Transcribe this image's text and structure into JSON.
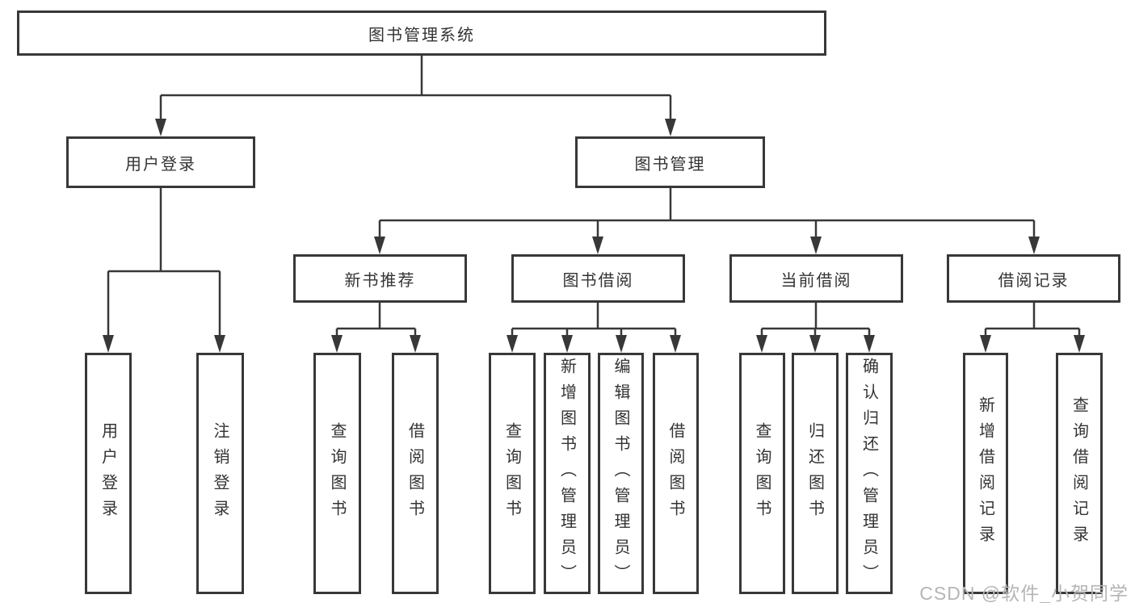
{
  "diagram_title": "图书管理系统",
  "nodes": {
    "root": {
      "label": "图书管理系统"
    },
    "user_login": {
      "label": "用户登录"
    },
    "book_mgmt": {
      "label": "图书管理"
    },
    "new_book_rec": {
      "label": "新书推荐"
    },
    "book_borrow": {
      "label": "图书借阅"
    },
    "current_borrow": {
      "label": "当前借阅"
    },
    "borrow_records": {
      "label": "借阅记录"
    },
    "ul_user_login": {
      "label": "用户登录"
    },
    "ul_logout": {
      "label": "注销登录"
    },
    "nb_search_book": {
      "label": "查询图书"
    },
    "nb_borrow_book": {
      "label": "借阅图书"
    },
    "bb_search_book": {
      "label": "查询图书"
    },
    "bb_add_book": {
      "label": "新增图书（管理员）"
    },
    "bb_edit_book": {
      "label": "编辑图书（管理员）"
    },
    "bb_borrow_book": {
      "label": "借阅图书"
    },
    "cb_search_book": {
      "label": "查询图书"
    },
    "cb_return_book": {
      "label": "归还图书"
    },
    "cb_confirm_return": {
      "label": "确认归还（管理员）"
    },
    "br_add_record": {
      "label": "新增借阅记录"
    },
    "br_search_record": {
      "label": "查询借阅记录"
    }
  },
  "watermark": {
    "text": "CSDN @软件_小贺同学"
  },
  "colors": {
    "line": "#383838",
    "box_border": "#383838",
    "box_fill": "#ffffff",
    "text": "#333333",
    "watermark": "#b5b5b5",
    "background": "#ffffff"
  }
}
